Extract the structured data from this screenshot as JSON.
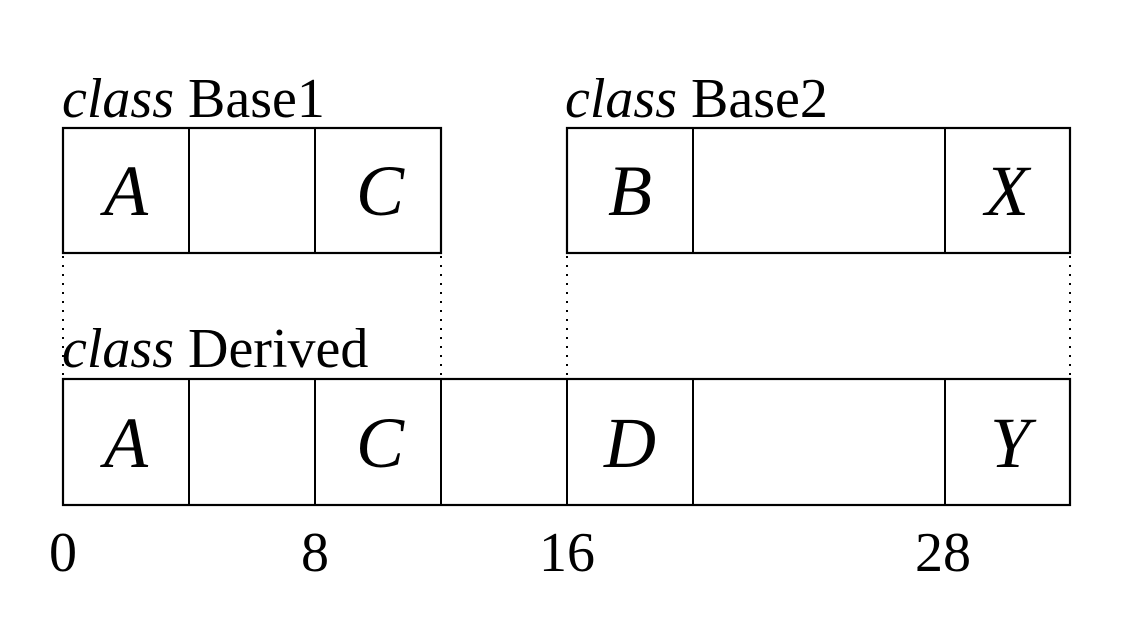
{
  "base1": {
    "keyword": "class",
    "name": "Base1",
    "fields": [
      "A",
      "",
      "C"
    ]
  },
  "base2": {
    "keyword": "class",
    "name": "Base2",
    "fields": [
      "B",
      "",
      "X"
    ]
  },
  "derived": {
    "keyword": "class",
    "name": "Derived",
    "fields": [
      "A",
      "",
      "C",
      "",
      "D",
      "",
      "Y"
    ]
  },
  "offset_labels": [
    "0",
    "8",
    "16",
    "28"
  ]
}
